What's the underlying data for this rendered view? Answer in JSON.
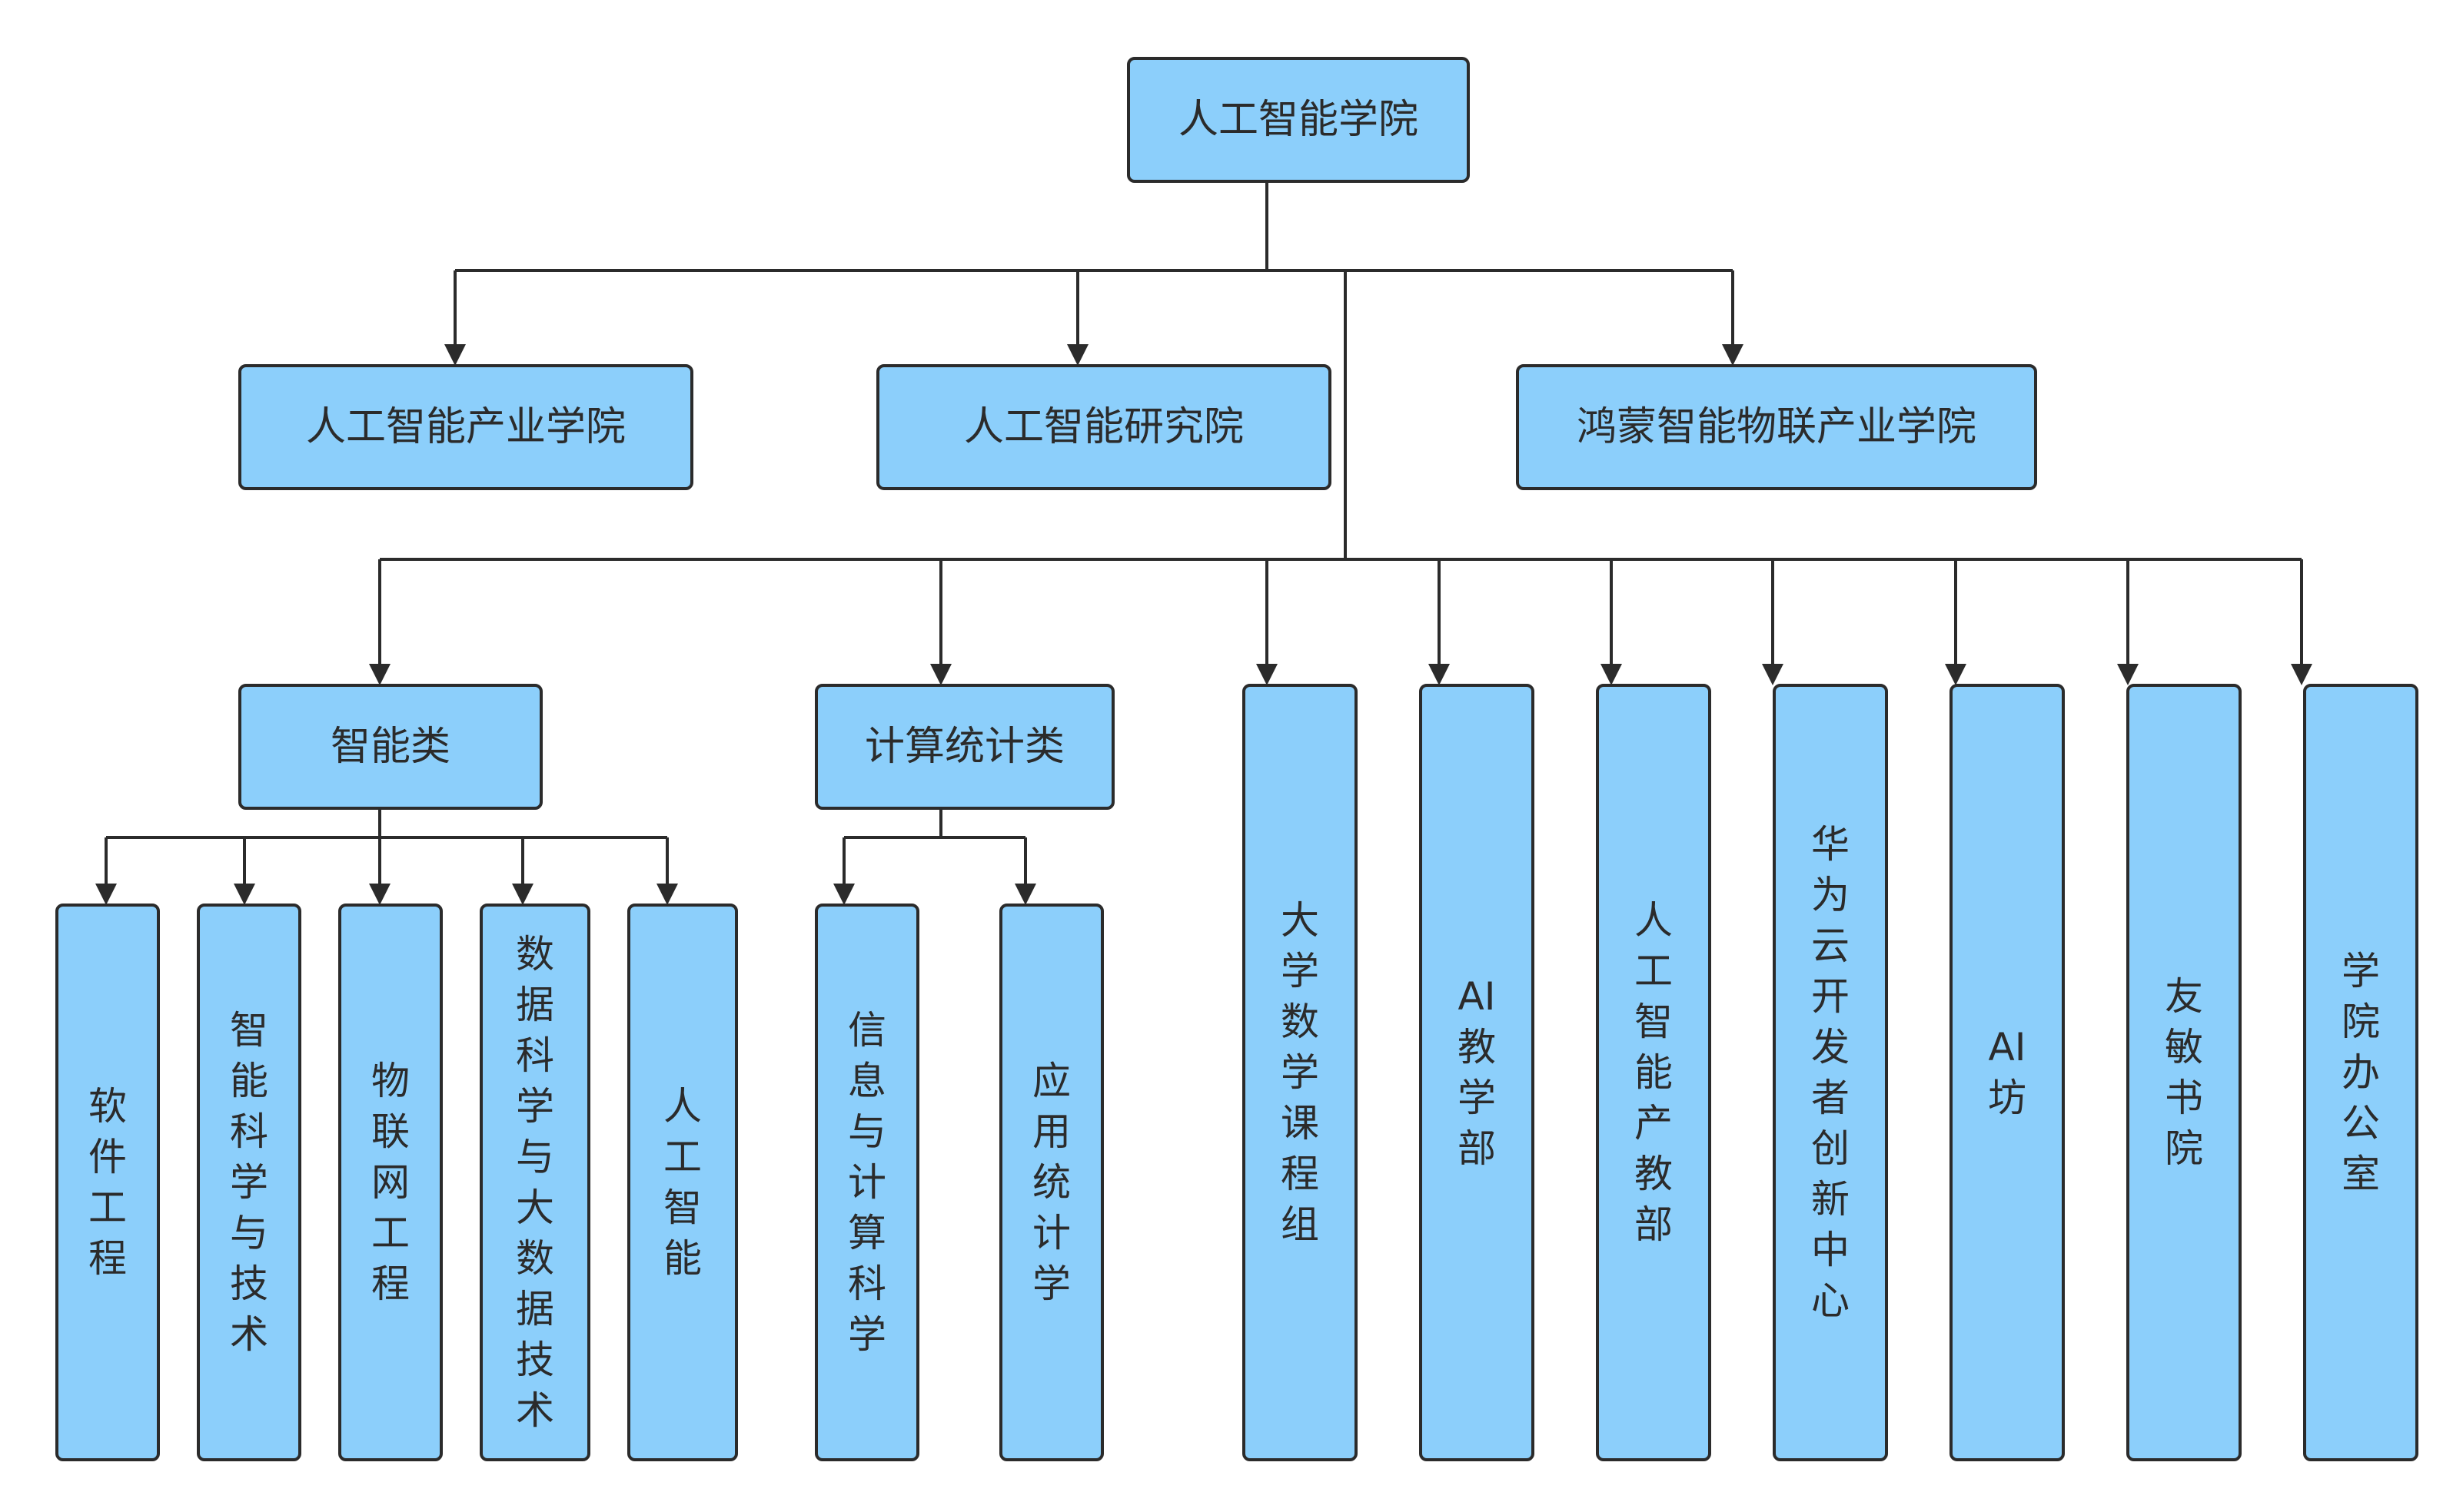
{
  "nodes": {
    "root": "人工智能学院",
    "industry_college": "人工智能产业学院",
    "research_institute": "人工智能研究院",
    "harmony_college": "鸿蒙智能物联产业学院",
    "ai_category": "智能类",
    "computing_category": "计算统计类",
    "software_engineering": "软件工程",
    "intelligent_science": "智能科学与技术",
    "iot_engineering": "物联网工程",
    "data_science": "数据科学与大数据技术",
    "artificial_intelligence": "人工智能",
    "information_computing": "信息与计算科学",
    "applied_statistics": "应用统计学",
    "math_group": "大学数学课程组",
    "ai_teaching": "AI教学部",
    "ai_industry_teaching": "人工智能产教部",
    "huawei_cloud_center": "华为云开发者创新中心",
    "ai_workshop": "AI坊",
    "youmin_academy": "友敏书院",
    "college_office": "学院办公室"
  },
  "colors": {
    "node_fill": "#8ccffb",
    "stroke": "#2b2b2b",
    "background": "#ffffff"
  }
}
